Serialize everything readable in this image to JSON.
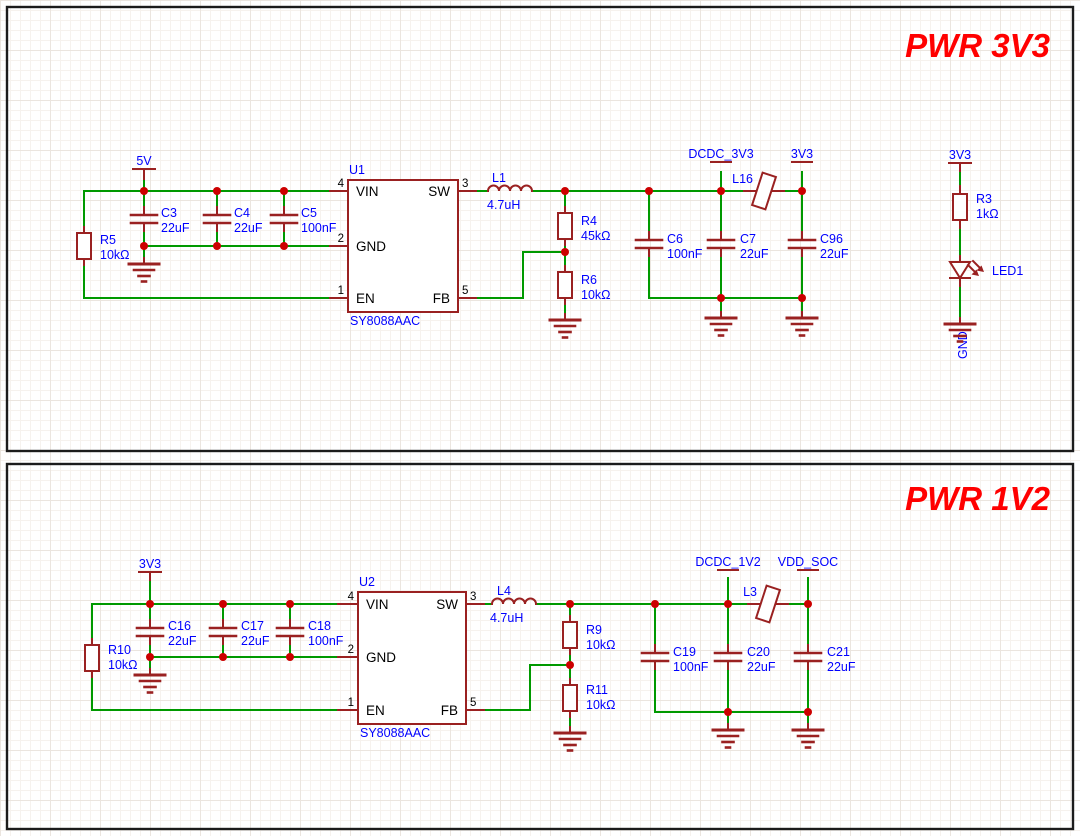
{
  "colors": {
    "wire_green": "#009900",
    "component_maroon": "#9a2121",
    "junction_red": "#cc0000",
    "label_blue": "#0000ff",
    "title_red": "#ff0000",
    "pin_text_black": "#000000",
    "frame_black": "#1c1c1c"
  },
  "sections": {
    "pwr3v3": {
      "title": "PWR 3V3",
      "nets": {
        "vin": "5V",
        "dcdc": "DCDC_3V3",
        "vout": "3V3",
        "led_rail": "3V3",
        "gnd_label": "GND"
      },
      "ic": {
        "ref": "U1",
        "part": "SY8088AAC",
        "pins": {
          "vin": {
            "num": "4",
            "name": "VIN"
          },
          "gnd": {
            "num": "2",
            "name": "GND"
          },
          "en": {
            "num": "1",
            "name": "EN"
          },
          "sw": {
            "num": "3",
            "name": "SW"
          },
          "fb": {
            "num": "5",
            "name": "FB"
          }
        }
      },
      "parts": {
        "r5": {
          "ref": "R5",
          "value": "10kΩ"
        },
        "c3": {
          "ref": "C3",
          "value": "22uF"
        },
        "c4": {
          "ref": "C4",
          "value": "22uF"
        },
        "c5": {
          "ref": "C5",
          "value": "100nF"
        },
        "l1": {
          "ref": "L1",
          "value": "4.7uH"
        },
        "r4": {
          "ref": "R4",
          "value": "45kΩ"
        },
        "r6": {
          "ref": "R6",
          "value": "10kΩ"
        },
        "c6": {
          "ref": "C6",
          "value": "100nF"
        },
        "c7": {
          "ref": "C7",
          "value": "22uF"
        },
        "c96": {
          "ref": "C96",
          "value": "22uF"
        },
        "l16": {
          "ref": "L16"
        },
        "r3": {
          "ref": "R3",
          "value": "1kΩ"
        },
        "led1": {
          "ref": "LED1"
        }
      }
    },
    "pwr1v2": {
      "title": "PWR 1V2",
      "nets": {
        "vin": "3V3",
        "dcdc": "DCDC_1V2",
        "vout": "VDD_SOC"
      },
      "ic": {
        "ref": "U2",
        "part": "SY8088AAC",
        "pins": {
          "vin": {
            "num": "4",
            "name": "VIN"
          },
          "gnd": {
            "num": "2",
            "name": "GND"
          },
          "en": {
            "num": "1",
            "name": "EN"
          },
          "sw": {
            "num": "3",
            "name": "SW"
          },
          "fb": {
            "num": "5",
            "name": "FB"
          }
        }
      },
      "parts": {
        "r10": {
          "ref": "R10",
          "value": "10kΩ"
        },
        "c16": {
          "ref": "C16",
          "value": "22uF"
        },
        "c17": {
          "ref": "C17",
          "value": "22uF"
        },
        "c18": {
          "ref": "C18",
          "value": "100nF"
        },
        "l4": {
          "ref": "L4",
          "value": "4.7uH"
        },
        "r9": {
          "ref": "R9",
          "value": "10kΩ"
        },
        "r11": {
          "ref": "R11",
          "value": "10kΩ"
        },
        "c19": {
          "ref": "C19",
          "value": "100nF"
        },
        "c20": {
          "ref": "C20",
          "value": "22uF"
        },
        "c21": {
          "ref": "C21",
          "value": "22uF"
        },
        "l3": {
          "ref": "L3"
        }
      }
    }
  }
}
